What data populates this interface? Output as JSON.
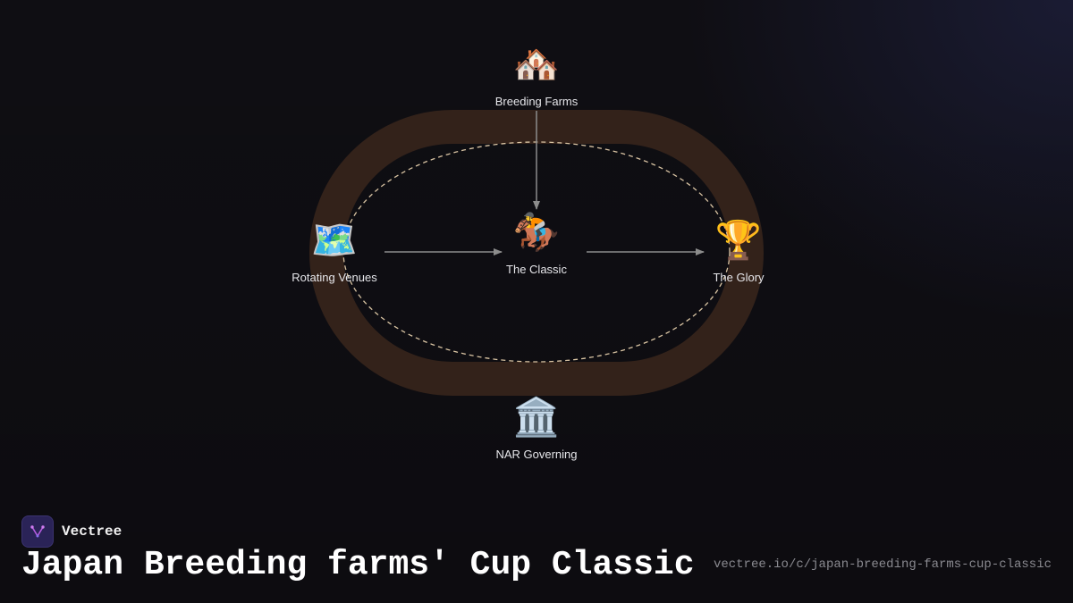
{
  "diagram": {
    "nodes": [
      {
        "id": "breeding",
        "label": "Breeding Farms",
        "icon": "🏘️",
        "icon_name": "houses-icon"
      },
      {
        "id": "classic",
        "label": "The Classic",
        "icon": "🏇",
        "icon_name": "horse-racing-icon"
      },
      {
        "id": "venues",
        "label": "Rotating Venues",
        "icon": "🗺️",
        "icon_name": "world-map-icon"
      },
      {
        "id": "glory",
        "label": "The Glory",
        "icon": "🏆",
        "icon_name": "trophy-icon"
      },
      {
        "id": "nar",
        "label": "NAR Governing",
        "icon": "🏛️",
        "icon_name": "classical-building-icon"
      }
    ],
    "edges": [
      {
        "from": "breeding",
        "to": "classic"
      },
      {
        "from": "venues",
        "to": "classic"
      },
      {
        "from": "classic",
        "to": "glory"
      }
    ],
    "colors": {
      "track": "#33221a",
      "rail": "#d9c4a3",
      "arrow": "#8c8c8c",
      "background": "#0f0e13"
    }
  },
  "footer": {
    "brand": "Vectree",
    "title": "Japan Breeding farms' Cup Classic",
    "url": "vectree.io/c/japan-breeding-farms-cup-classic"
  }
}
